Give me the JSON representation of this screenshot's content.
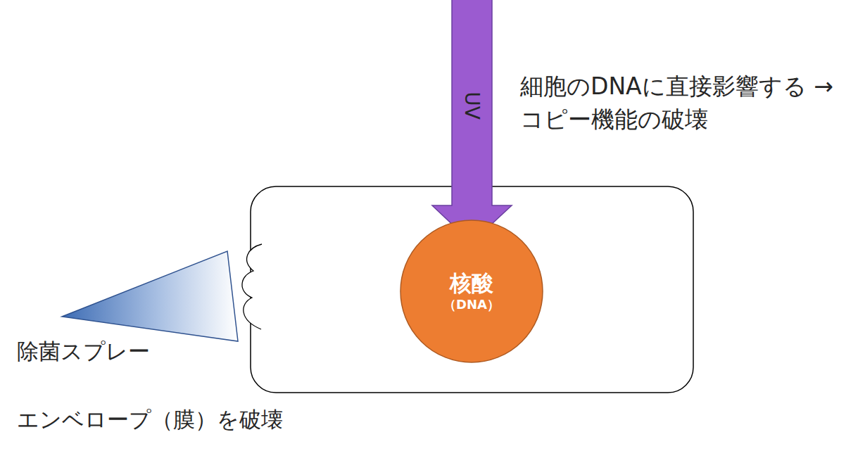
{
  "diagram": {
    "nodes": [
      {
        "text": [
          "UV"
        ]
      },
      {
        "text": [
          "核酸",
          "（DNA）"
        ]
      }
    ],
    "labels": [
      "細胞のDNAに直接影響する →コピー機能の破壊",
      "除菌スプレー",
      "エンベロープ（膜）を破壊"
    ]
  }
}
